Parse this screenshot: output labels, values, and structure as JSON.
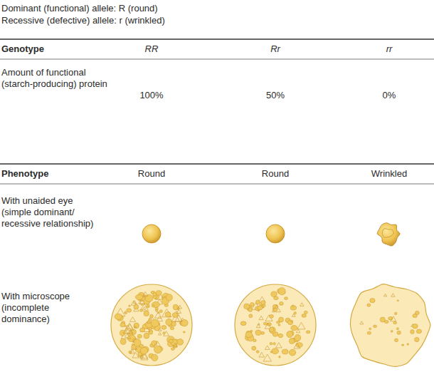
{
  "diagram": {
    "labels": [
      "Dominant (functional) allele: R (round)",
      "Recessive (defective) allele: r (wrinkled)",
      "Genotype",
      "RR",
      "Rr",
      "rr",
      "Amount of functional (starch-producing) protein",
      "100%",
      "50%",
      "0%",
      "Phenotype",
      "Round",
      "Round",
      "Wrinkled",
      "With unaided eye (simple dominant/ recessive relationship)",
      "With microscope (incomplete dominance)"
    ]
  }
}
